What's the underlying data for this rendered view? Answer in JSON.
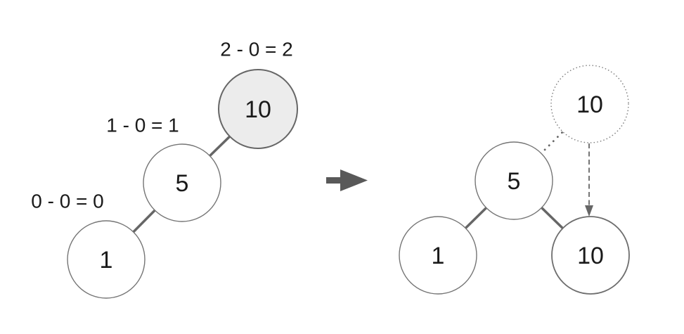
{
  "figure": {
    "background": "#ffffff"
  },
  "colors": {
    "text": "#1a1a1a",
    "node_fill": "#ffffff",
    "highlight_fill": "#ececec",
    "node_stroke": "#757575",
    "highlight_stroke": "#666666",
    "target_stroke": "#6e6e6e",
    "edge_stroke": "#666666",
    "arrow_fill": "#595959",
    "ghost_stroke": "#808080",
    "move_stroke": "#666666",
    "none": "none"
  },
  "before_tree": {
    "nodes": [
      "1",
      "5",
      "10"
    ],
    "balance_labels": [
      "0 - 0 = 0",
      "1 - 0 = 1",
      "2 - 0 = 2"
    ]
  },
  "after_tree": {
    "nodes": [
      "1",
      "5",
      "10"
    ],
    "ghost_node": "10"
  }
}
